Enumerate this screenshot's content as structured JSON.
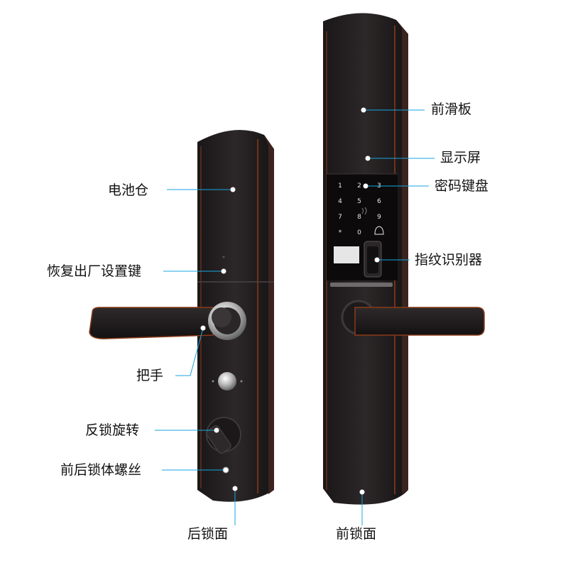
{
  "colors": {
    "accent": "#17a6e0",
    "lock_body": "#231f20",
    "copper_trim": "#8a3b18",
    "text": "#111111"
  },
  "labels": {
    "battery": "电池仓",
    "reset_key": "恢复出厂设置键",
    "handle": "把手",
    "anti_lock_knob": "反锁旋转",
    "body_screw": "前后锁体螺丝",
    "back_panel": "后锁面",
    "front_slide": "前滑板",
    "display": "显示屏",
    "keypad": "密码键盘",
    "fingerprint": "指纹识别器",
    "front_panel": "前锁面"
  },
  "keypad_keys": [
    "1",
    "2",
    "3",
    "4",
    "5",
    "6",
    "7",
    "8",
    "9",
    "*",
    "0"
  ],
  "icons": [
    "doorbell-icon",
    "card-icon"
  ]
}
